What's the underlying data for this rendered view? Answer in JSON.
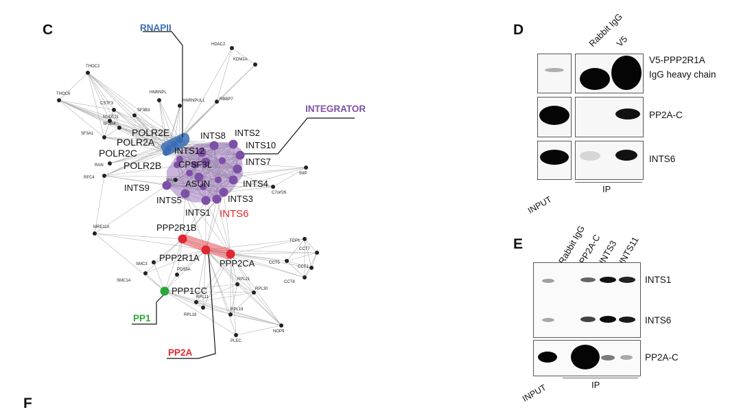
{
  "panels": {
    "C": {
      "letter": "C",
      "complex_labels": {
        "rnapii": "RNAPII",
        "integrator": "INTEGRATOR",
        "pp1": "PP1",
        "pp2a": "PP2A"
      },
      "colors": {
        "rnapii": "#3a6db5",
        "integrator": "#7e4fa6",
        "pp1": "#2aa836",
        "pp2a": "#e0262f",
        "node": "#222222",
        "edge": "#b0b0b0"
      },
      "large_nodes": {
        "POLR2E": "POLR2E",
        "POLR2A": "POLR2A",
        "POLR2C": "POLR2C",
        "POLR2B": "POLR2B",
        "INTS8": "INTS8",
        "INTS2": "INTS2",
        "INTS10": "INTS10",
        "INTS12": "INTS12",
        "CPSF3L": "CPSF3L",
        "INTS7": "INTS7",
        "ASUN": "ASUN",
        "INTS4": "INTS4",
        "INTS9": "INTS9",
        "INTS5": "INTS5",
        "INTS3": "INTS3",
        "INTS1": "INTS1",
        "INTS6": "INTS6",
        "PPP2R1B": "PPP2R1B",
        "PPP2R1A": "PPP2R1A",
        "PPP2CA": "PPP2CA",
        "PPP1CC": "PPP1CC"
      },
      "small_nodes": {
        "THOC2": "THOC2",
        "THOC6": "THOC6",
        "HDAC2": "HDAC2",
        "KDM1A": "KDM1A",
        "HNRNPL": "HNRNPL",
        "CSTF3": "CSTF3",
        "SF3B3": "SF3B3",
        "HNRNPUL1": "HNRNPUL1",
        "RBBP7": "RBBP7",
        "NUDT21": "NUDT21",
        "SF3B4": "SF3B4",
        "SF3A1": "SF3A1",
        "RAN": "RAN",
        "RFC4": "RFC4",
        "WAS": "WAS",
        "INIP": "INIP",
        "C7orf26": "C7orf26",
        "MRE11A": "MRE11A",
        "SMC3": "SMC3",
        "SMC1A": "SMC1A",
        "PDS5A": "PDS5A",
        "TCP1": "TCP1",
        "CCT7": "CCT7",
        "CCT5": "CCT5",
        "CCT2": "CCT2",
        "CCT8": "CCT8",
        "RPL21": "RPL21",
        "RPL30": "RPL30",
        "RPL11": "RPL11",
        "RPL18": "RPL18",
        "RPL19": "RPL19",
        "PLEC": "PLEC",
        "NOP9": "NOP9"
      }
    },
    "D": {
      "letter": "D",
      "lanes": [
        "Rabbit IgG",
        "V5"
      ],
      "rows": [
        "V5-PPP2R1A",
        "IgG heavy chain",
        "PP2A-C",
        "INTS6"
      ],
      "bottom_labels": {
        "input": "INPUT",
        "ip": "IP"
      }
    },
    "E": {
      "letter": "E",
      "lanes": [
        "Rabbit IgG",
        "PP2A-C",
        "INTS3",
        "INTS11"
      ],
      "rows": [
        "INTS1",
        "INTS6",
        "PP2A-C"
      ],
      "bottom_labels": {
        "input": "INPUT",
        "ip": "IP"
      }
    },
    "F": {
      "letter": "F"
    }
  }
}
